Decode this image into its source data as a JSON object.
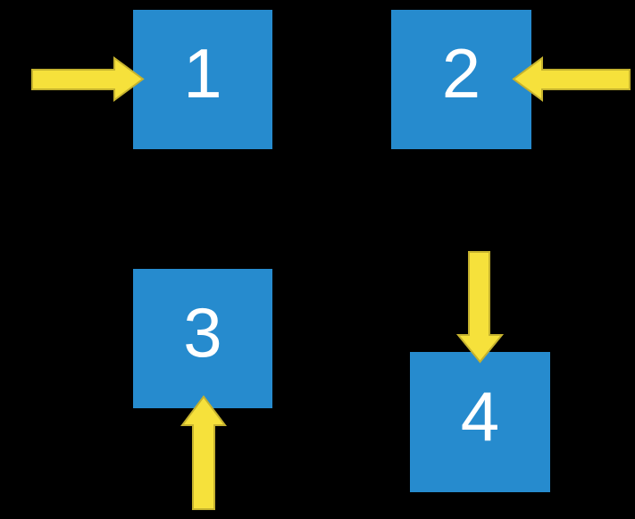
{
  "colors": {
    "background": "#000000",
    "box_fill": "#268BCE",
    "box_text": "#FFFFFF",
    "arrow_fill": "#F6E13B",
    "arrow_stroke": "#C5B22E"
  },
  "boxes": [
    {
      "label": "1",
      "arrow_icon": "arrow-right-icon"
    },
    {
      "label": "2",
      "arrow_icon": "arrow-left-icon"
    },
    {
      "label": "3",
      "arrow_icon": "arrow-up-icon"
    },
    {
      "label": "4",
      "arrow_icon": "arrow-down-icon"
    }
  ]
}
